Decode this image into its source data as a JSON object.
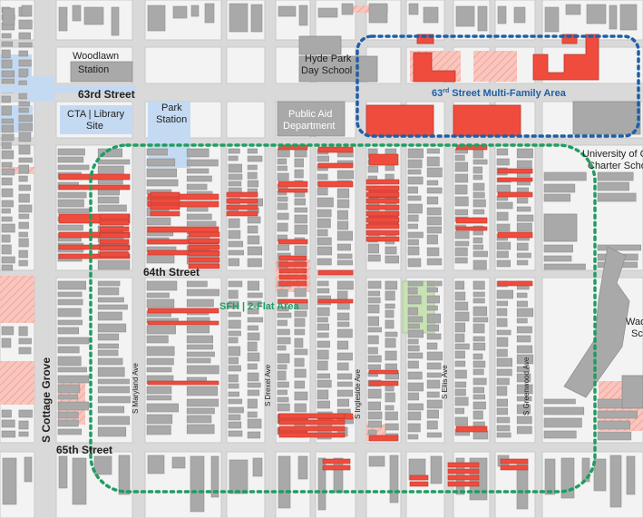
{
  "labels": {
    "woodlawn_1": "Woodlawn",
    "woodlawn_2": "Station",
    "hyde_1": "Hyde Park",
    "hyde_2": "Day School",
    "street_63": "63rd Street",
    "cta_1": "CTA | Library",
    "cta_2": "Site",
    "park_1": "Park",
    "park_2": "Station",
    "aid_1": "Public Aid",
    "aid_2": "Department",
    "area_63_prefix": "63",
    "area_63_sup": "rd",
    "area_63_suffix": " Street Multi-Family Area",
    "uofc_1": "University of Chi",
    "uofc_2": "Charter Scho",
    "street_64": "64th Street",
    "sfh_area": "SFH | 2-Flat Area",
    "cottage": "S Cottage Grove",
    "maryland": "S Maryland Ave",
    "drexel": "S Drexel Ave",
    "ingleside": "S Ingleside Ave",
    "ellis": "S Ellis Ave",
    "greenwood": "S Greenwood Ave",
    "street_65": "65th Street",
    "wad_1": "Wad",
    "wad_2": "Sc"
  },
  "colors": {
    "background": "#d9d9d9",
    "block": "#f3f3f3",
    "building": "#a9a9a9",
    "multifamily": "#ef4c3e",
    "multifamily_light": "#f7b3a9",
    "cta_blue": "#c4daf2",
    "park_green": "#c8e2b4",
    "area_63_outline": "#1f5fa6",
    "sfh_outline": "#1e9e62"
  }
}
